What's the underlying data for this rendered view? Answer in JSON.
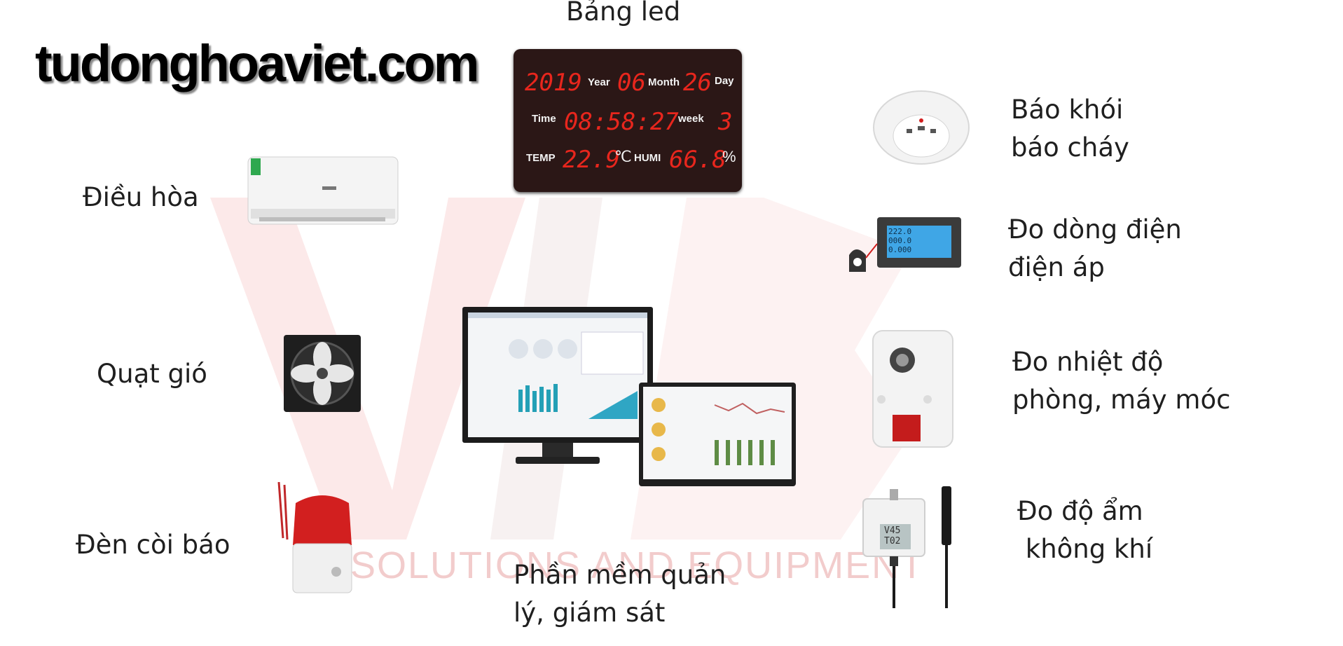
{
  "site": "tudonghoaviet.com",
  "watermark": {
    "tagline": "SOLUTIONS AND EQUIPMENT"
  },
  "labels": {
    "led": "Bảng led",
    "aircon": "Điều hòa",
    "fan": "Quạt gió",
    "siren": "Đèn còi báo",
    "software": [
      "Phần mềm quản",
      "lý, giám sát"
    ],
    "smoke": [
      "Báo khói",
      "báo cháy"
    ],
    "power": [
      "Đo dòng điện",
      "điện áp"
    ],
    "temp": [
      "Đo nhiệt độ",
      "phòng, máy móc"
    ],
    "humidity": [
      "Đo độ ẩm",
      " không khí"
    ]
  },
  "led_board": {
    "year": "2019",
    "year_label": "Year",
    "month": "06",
    "month_label": "Month",
    "day": "26",
    "day_label": "Day",
    "time_label": "Time",
    "time": "08:58:27",
    "week_label": "week",
    "week": "3",
    "temp_label": "TEMP",
    "temp": "22.9",
    "temp_unit": "℃",
    "humi_label": "HUMI",
    "humi": "66.8",
    "humi_unit": "%"
  },
  "meter": {
    "line1": "222.0",
    "line2": "000.0",
    "line3": "0.000"
  },
  "sensor": {
    "line1": "V45",
    "line2": "T02"
  },
  "colors": {
    "led_red": "#e8261d",
    "watermark": "#f2cccc",
    "meter_screen": "#3fa6e6"
  }
}
